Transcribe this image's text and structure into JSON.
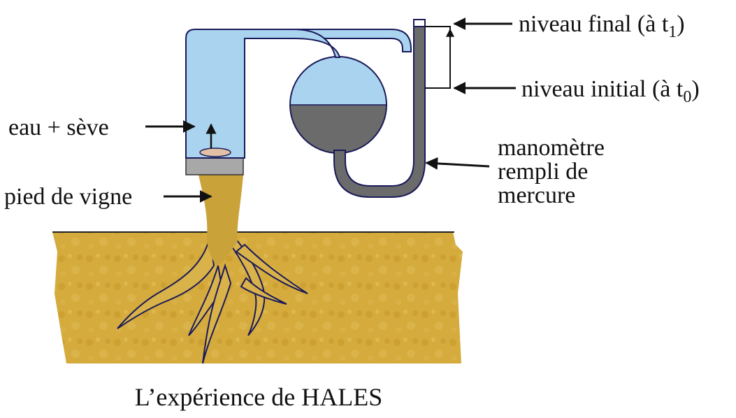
{
  "diagram": {
    "caption": "L’expérience de HALES",
    "labels": {
      "final_level": {
        "text": "niveau final (à t",
        "subscript": "1",
        "close": ")"
      },
      "initial_level": {
        "text": "niveau initial (à t",
        "subscript": "0",
        "close": ")"
      },
      "water_sap": "eau + sève",
      "vine_stump": "pied de vigne",
      "manometer_line1": "manomètre",
      "manometer_line2": "rempli de",
      "manometer_line3": "mercure"
    },
    "colors": {
      "water": "#a9d3ef",
      "mercury": "#6b6b6b",
      "soil": "#d4ab3c",
      "wood": "#caa23a",
      "seal": "#a8a8a8",
      "outline": "#1a1a5a",
      "arrow": "#111111"
    }
  }
}
